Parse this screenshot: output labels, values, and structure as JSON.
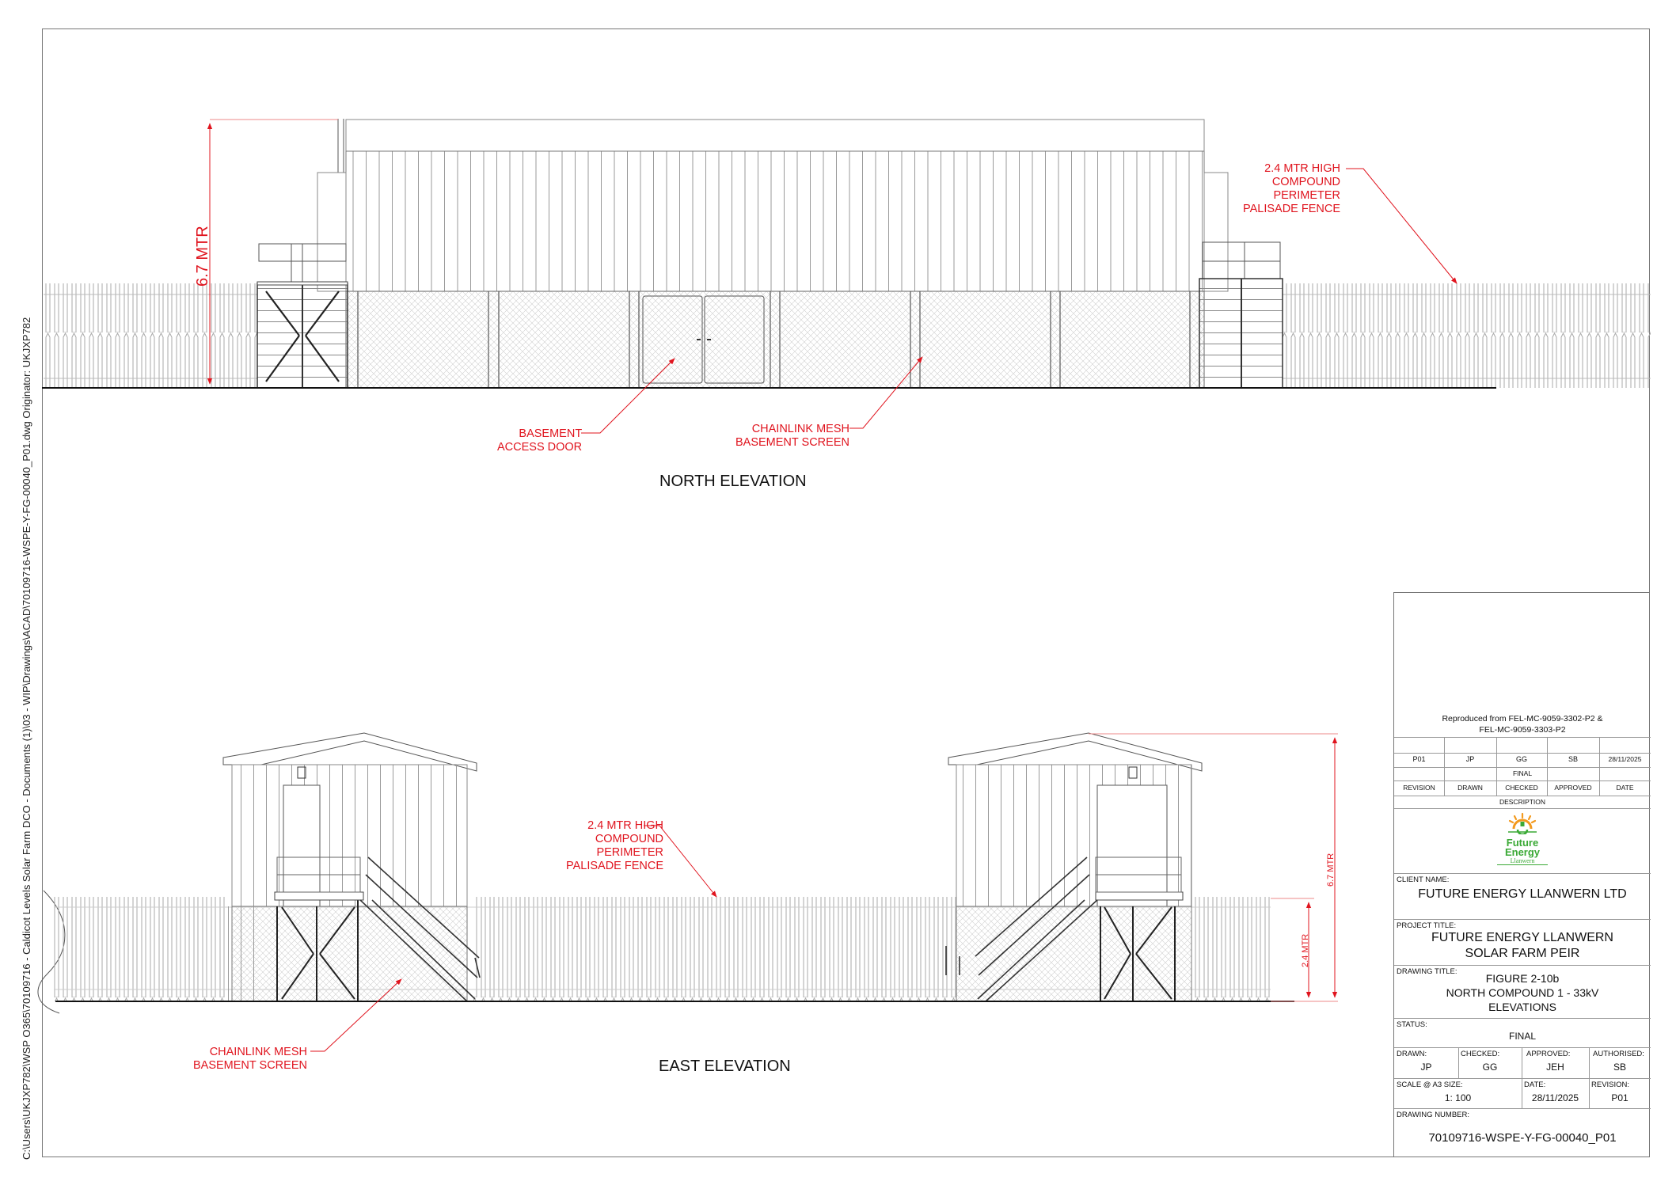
{
  "side_path": {
    "text": "C:\\Users\\UKJXP782\\WSP O365\\70109716 - Caldicot Levels Solar Farm DCO - Documents (1)\\03 - WIP\\Drawings\\ACAD\\70109716-WSPE-Y-FG-00040_P01.dwg    Originator: UKJXP782"
  },
  "north_elevation": {
    "title": "NORTH ELEVATION",
    "dimension": "6.7 MTR",
    "notes": {
      "fence": [
        "2.4 MTR HIGH",
        "COMPOUND",
        "PERIMETER",
        "PALISADE FENCE"
      ],
      "door": [
        "BASEMENT",
        "ACCESS DOOR"
      ],
      "mesh": [
        "CHAINLINK MESH",
        "BASEMENT SCREEN"
      ]
    }
  },
  "east_elevation": {
    "title": "EAST ELEVATION",
    "dimension_overall": "6.7 MTR",
    "dimension_fence": "2.4 MTR",
    "notes": {
      "fence": [
        "2.4 MTR HIGH",
        "COMPOUND",
        "PERIMETER",
        "PALISADE FENCE"
      ],
      "mesh": [
        "CHAINLINK MESH",
        "BASEMENT SCREEN"
      ]
    }
  },
  "title_block": {
    "reproduced_note": [
      "Reproduced from FEL-MC-9059-3302-P2  &",
      "FEL-MC-9059-3303-P2"
    ],
    "revision_table": {
      "row": {
        "revision": "P01",
        "drawn": "JP",
        "checked": "GG",
        "approved": "SB",
        "date": "28/11/2025"
      },
      "description": "FINAL",
      "headers": [
        "REVISION",
        "DRAWN",
        "CHECKED",
        "APPROVED",
        "DATE"
      ],
      "description_label": "DESCRIPTION"
    },
    "logo": {
      "line1": "Future",
      "line2": "Energy",
      "line3": "Llanwern",
      "green": "#3aa935",
      "orange": "#f39a1e"
    },
    "client_label": "CLIENT NAME:",
    "client": "FUTURE ENERGY LLANWERN LTD",
    "project_label": "PROJECT TITLE:",
    "project": [
      "FUTURE ENERGY LLANWERN",
      "SOLAR FARM PEIR"
    ],
    "drawing_title_label": "DRAWING TITLE:",
    "drawing_title": [
      "FIGURE 2-10b",
      "NORTH COMPOUND 1 -  33kV",
      "ELEVATIONS"
    ],
    "status_label": "STATUS:",
    "status": "FINAL",
    "drawn_label": "DRAWN:",
    "drawn": "JP",
    "checked_label": "CHECKED:",
    "checked": "GG",
    "approved_label": "APPROVED:",
    "approved": "JEH",
    "authorised_label": "AUTHORISED:",
    "authorised": "SB",
    "scale_label": "SCALE @ A3 SIZE:",
    "scale": "1: 100",
    "date_label": "DATE:",
    "date": "28/11/2025",
    "revision_label": "REVISION:",
    "revision": "P01",
    "drawing_number_label": "DRAWING NUMBER:",
    "drawing_number": "70109716-WSPE-Y-FG-00040_P01"
  },
  "colors": {
    "annotation_red": "#e0141e",
    "line": "#444444",
    "fence": "#aaaaaa"
  }
}
